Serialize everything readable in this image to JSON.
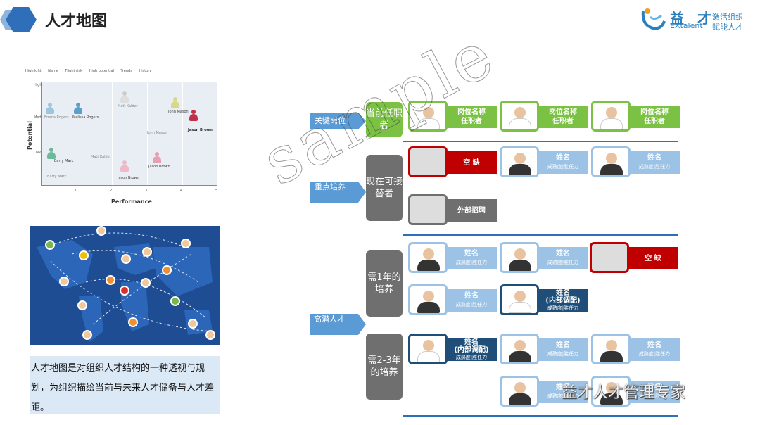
{
  "header": {
    "title": "人才地图"
  },
  "logo": {
    "name_cn": "益 才",
    "name_en": "EXtalent",
    "slogan1": "激活组织",
    "slogan2": "赋能人才"
  },
  "nine_box": {
    "legend": [
      "Highlight",
      "Name",
      "Flight risk",
      "High potential",
      "Trends",
      "History"
    ],
    "x_label": "Performance",
    "y_label": "Potential",
    "y_ticks": [
      "High",
      "Med",
      "Low"
    ],
    "x_ticks": [
      "1",
      "2",
      "3",
      "4",
      "5"
    ],
    "people": [
      {
        "name": "Emma Rogers"
      },
      {
        "name": "Melissa Rogers"
      },
      {
        "name": "Matt Kalder"
      },
      {
        "name": "John Mason"
      },
      {
        "name": "Jason Brown"
      },
      {
        "name": "Barry Mark"
      },
      {
        "name": "Matt Kalder"
      },
      {
        "name": "John Mason"
      },
      {
        "name": "Jason Brown"
      },
      {
        "name": "Jason Brown"
      },
      {
        "name": "Barry Mark"
      }
    ]
  },
  "description": "人才地图是对组织人才结构的一种透视与规划，为组织描绘当前与未来人才储备与人才差距。",
  "arrows": {
    "key": "关键岗位",
    "focus": "重点培养",
    "potential": "高潜人才"
  },
  "rows": {
    "current": "当前任职者",
    "ready": "现在可接替者",
    "one_year": "需1年的培养",
    "two_three": "需2-3年的培养"
  },
  "cards": {
    "post_name": "岗位名称",
    "incumbent": "任职者",
    "name": "姓名",
    "maturity": "成熟度|胜任力",
    "internal": "(内部调配)",
    "vacant": "空 缺",
    "external": "外部招聘"
  },
  "watermark": "sample",
  "wechat": "益才人才管理专家"
}
